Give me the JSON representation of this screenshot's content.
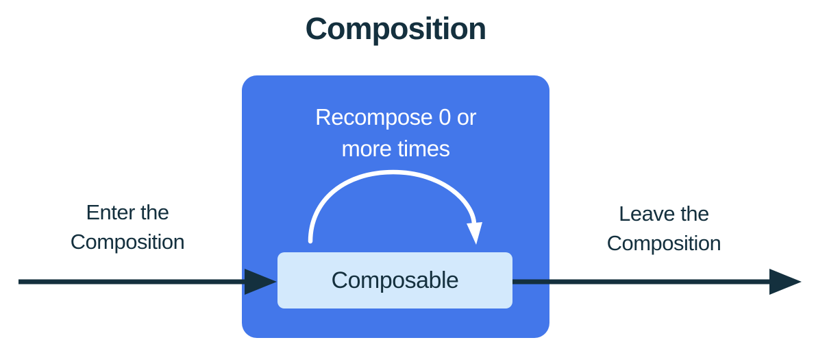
{
  "colors": {
    "background": "#ffffff",
    "box-blue": "#4377EA",
    "box-light": "#D3E9FC",
    "ink-dark": "#14303E",
    "arrow-white": "#ffffff"
  },
  "diagram": {
    "title": "Composition",
    "enter_label": "Enter the\nComposition",
    "leave_label": "Leave the\nComposition",
    "recompose_label": "Recompose 0 or\nmore times",
    "composable_label": "Composable"
  }
}
